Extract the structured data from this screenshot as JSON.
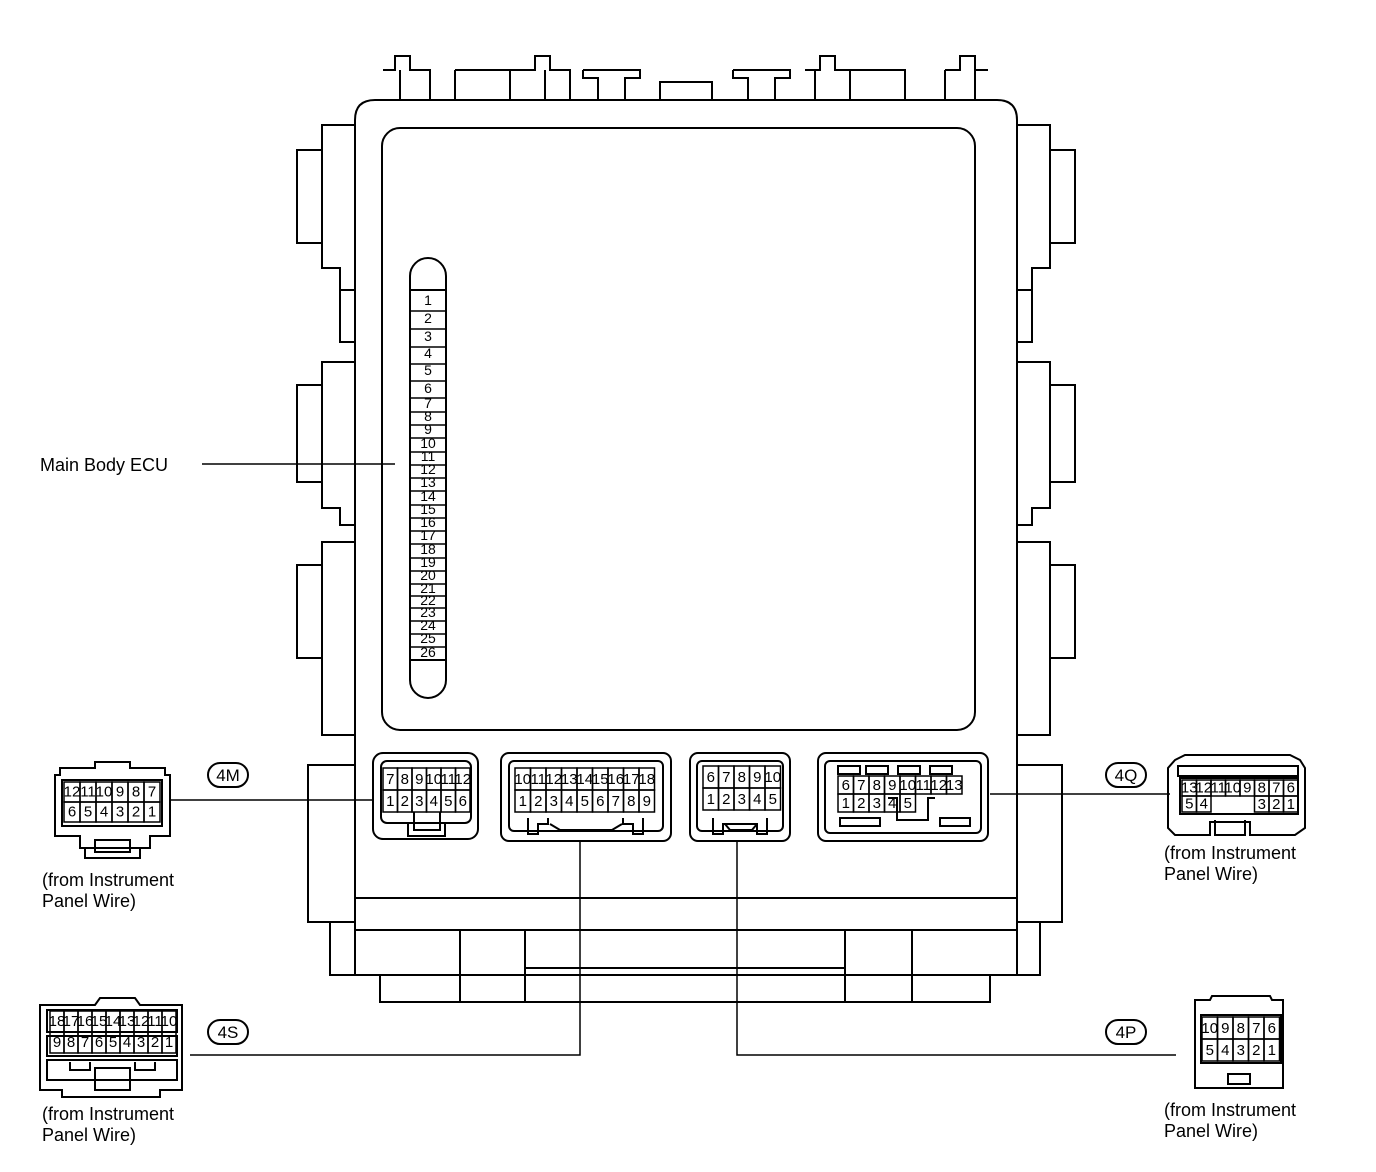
{
  "main_label": "Main Body ECU",
  "fuse_numbers": [
    "1",
    "2",
    "3",
    "4",
    "5",
    "6",
    "7",
    "8",
    "9",
    "10",
    "11",
    "12",
    "13",
    "14",
    "15",
    "16",
    "17",
    "18",
    "19",
    "20",
    "21",
    "22",
    "23",
    "24",
    "25",
    "26"
  ],
  "connectors": {
    "c4M": {
      "tag": "4M",
      "caption": [
        "(from Instrument",
        "Panel Wire)"
      ],
      "ecu_top": [
        "7",
        "8",
        "9",
        "10",
        "11",
        "12"
      ],
      "ecu_bottom": [
        "1",
        "2",
        "3",
        "4",
        "5",
        "6"
      ],
      "plug_top": [
        "12",
        "11",
        "10",
        "9",
        "8",
        "7"
      ],
      "plug_bottom": [
        "6",
        "5",
        "4",
        "3",
        "2",
        "1"
      ]
    },
    "c4S": {
      "tag": "4S",
      "caption": [
        "(from Instrument",
        "Panel Wire)"
      ],
      "ecu_top": [
        "10",
        "11",
        "12",
        "13",
        "14",
        "15",
        "16",
        "17",
        "18"
      ],
      "ecu_bottom": [
        "1",
        "2",
        "3",
        "4",
        "5",
        "6",
        "7",
        "8",
        "9"
      ],
      "plug_top": [
        "18",
        "17",
        "16",
        "15",
        "14",
        "13",
        "12",
        "11",
        "10"
      ],
      "plug_bottom": [
        "9",
        "8",
        "7",
        "6",
        "5",
        "4",
        "3",
        "2",
        "1"
      ]
    },
    "c4P": {
      "tag": "4P",
      "caption": [
        "(from Instrument",
        "Panel Wire)"
      ],
      "ecu_top": [
        "6",
        "7",
        "8",
        "9",
        "10"
      ],
      "ecu_bottom": [
        "1",
        "2",
        "3",
        "4",
        "5"
      ],
      "plug_top": [
        "10",
        "9",
        "8",
        "7",
        "6"
      ],
      "plug_bottom": [
        "5",
        "4",
        "3",
        "2",
        "1"
      ]
    },
    "c4Q": {
      "tag": "4Q",
      "caption": [
        "(from Instrument",
        "Panel Wire)"
      ],
      "ecu_top": [
        "6",
        "7",
        "8",
        "9",
        "10",
        "11",
        "12",
        "13"
      ],
      "ecu_bottom": [
        "1",
        "2",
        "3",
        "4",
        "5"
      ],
      "plug_top": [
        "13",
        "12",
        "11",
        "10",
        "9",
        "8",
        "7",
        "6"
      ],
      "plug_bottom": [
        "5",
        "4",
        "3",
        "2",
        "1"
      ]
    }
  }
}
